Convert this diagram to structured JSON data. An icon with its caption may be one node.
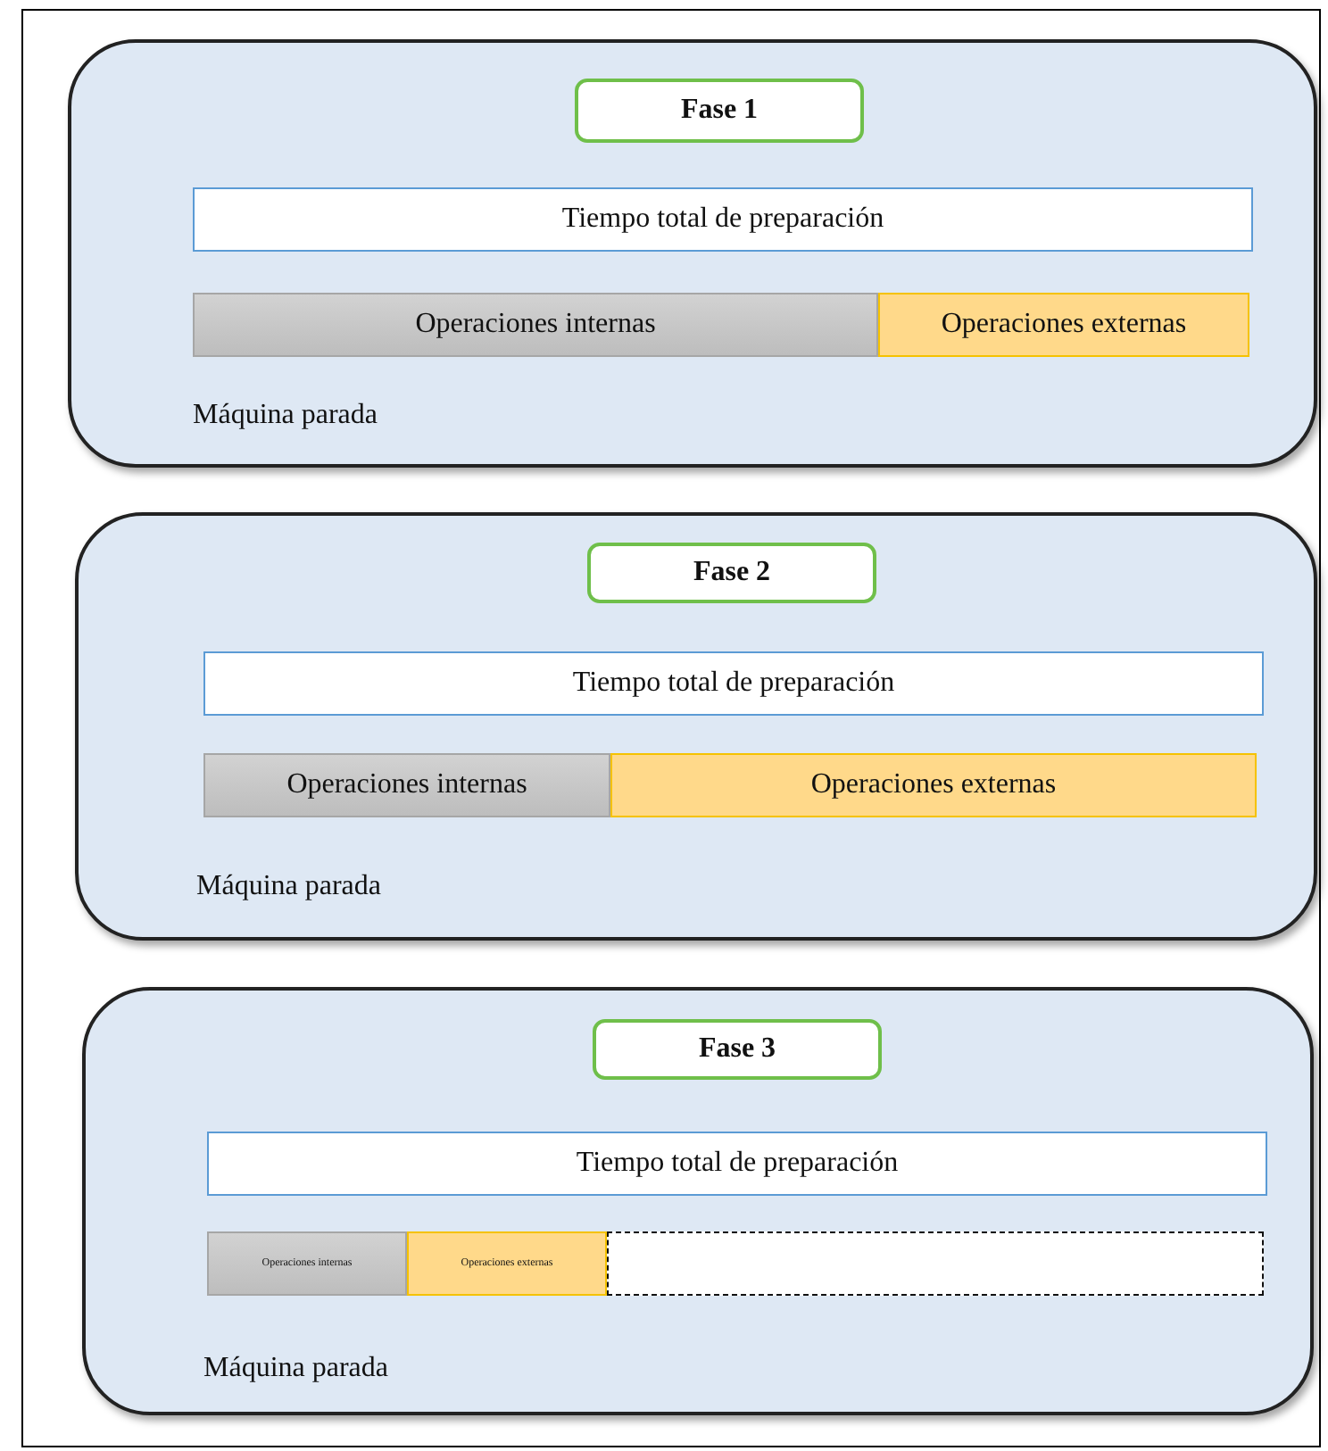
{
  "diagram": {
    "nodes": [
      {
        "text": [
          "Máquina parada"
        ]
      },
      {
        "text": [
          "Fase 1"
        ],
        "in": 0
      },
      {
        "text": [
          "Tiempo total de preparación"
        ],
        "in": 0
      },
      {
        "text": [
          "Operaciones internas"
        ],
        "in": 0
      },
      {
        "text": [
          "Operaciones externas"
        ],
        "in": 0
      },
      {
        "text": [
          "Máquina parada"
        ]
      },
      {
        "text": [
          "Fase 2"
        ],
        "in": 5
      },
      {
        "text": [
          "Tiempo total de preparación"
        ],
        "in": 5
      },
      {
        "text": [
          "Operaciones internas"
        ],
        "in": 5
      },
      {
        "text": [
          "Operaciones externas"
        ],
        "in": 5
      },
      {
        "text": [
          "Máquina parada"
        ]
      },
      {
        "text": [
          "Fase 3"
        ],
        "in": 10
      },
      {
        "text": [
          "Tiempo total de preparación"
        ],
        "in": 10
      },
      {
        "text": [
          "Operaciones internas"
        ],
        "in": 10
      },
      {
        "text": [
          "Operaciones externas"
        ],
        "in": 10
      },
      {
        "text": [],
        "shape": "box",
        "in": 10
      }
    ],
    "edges": []
  }
}
